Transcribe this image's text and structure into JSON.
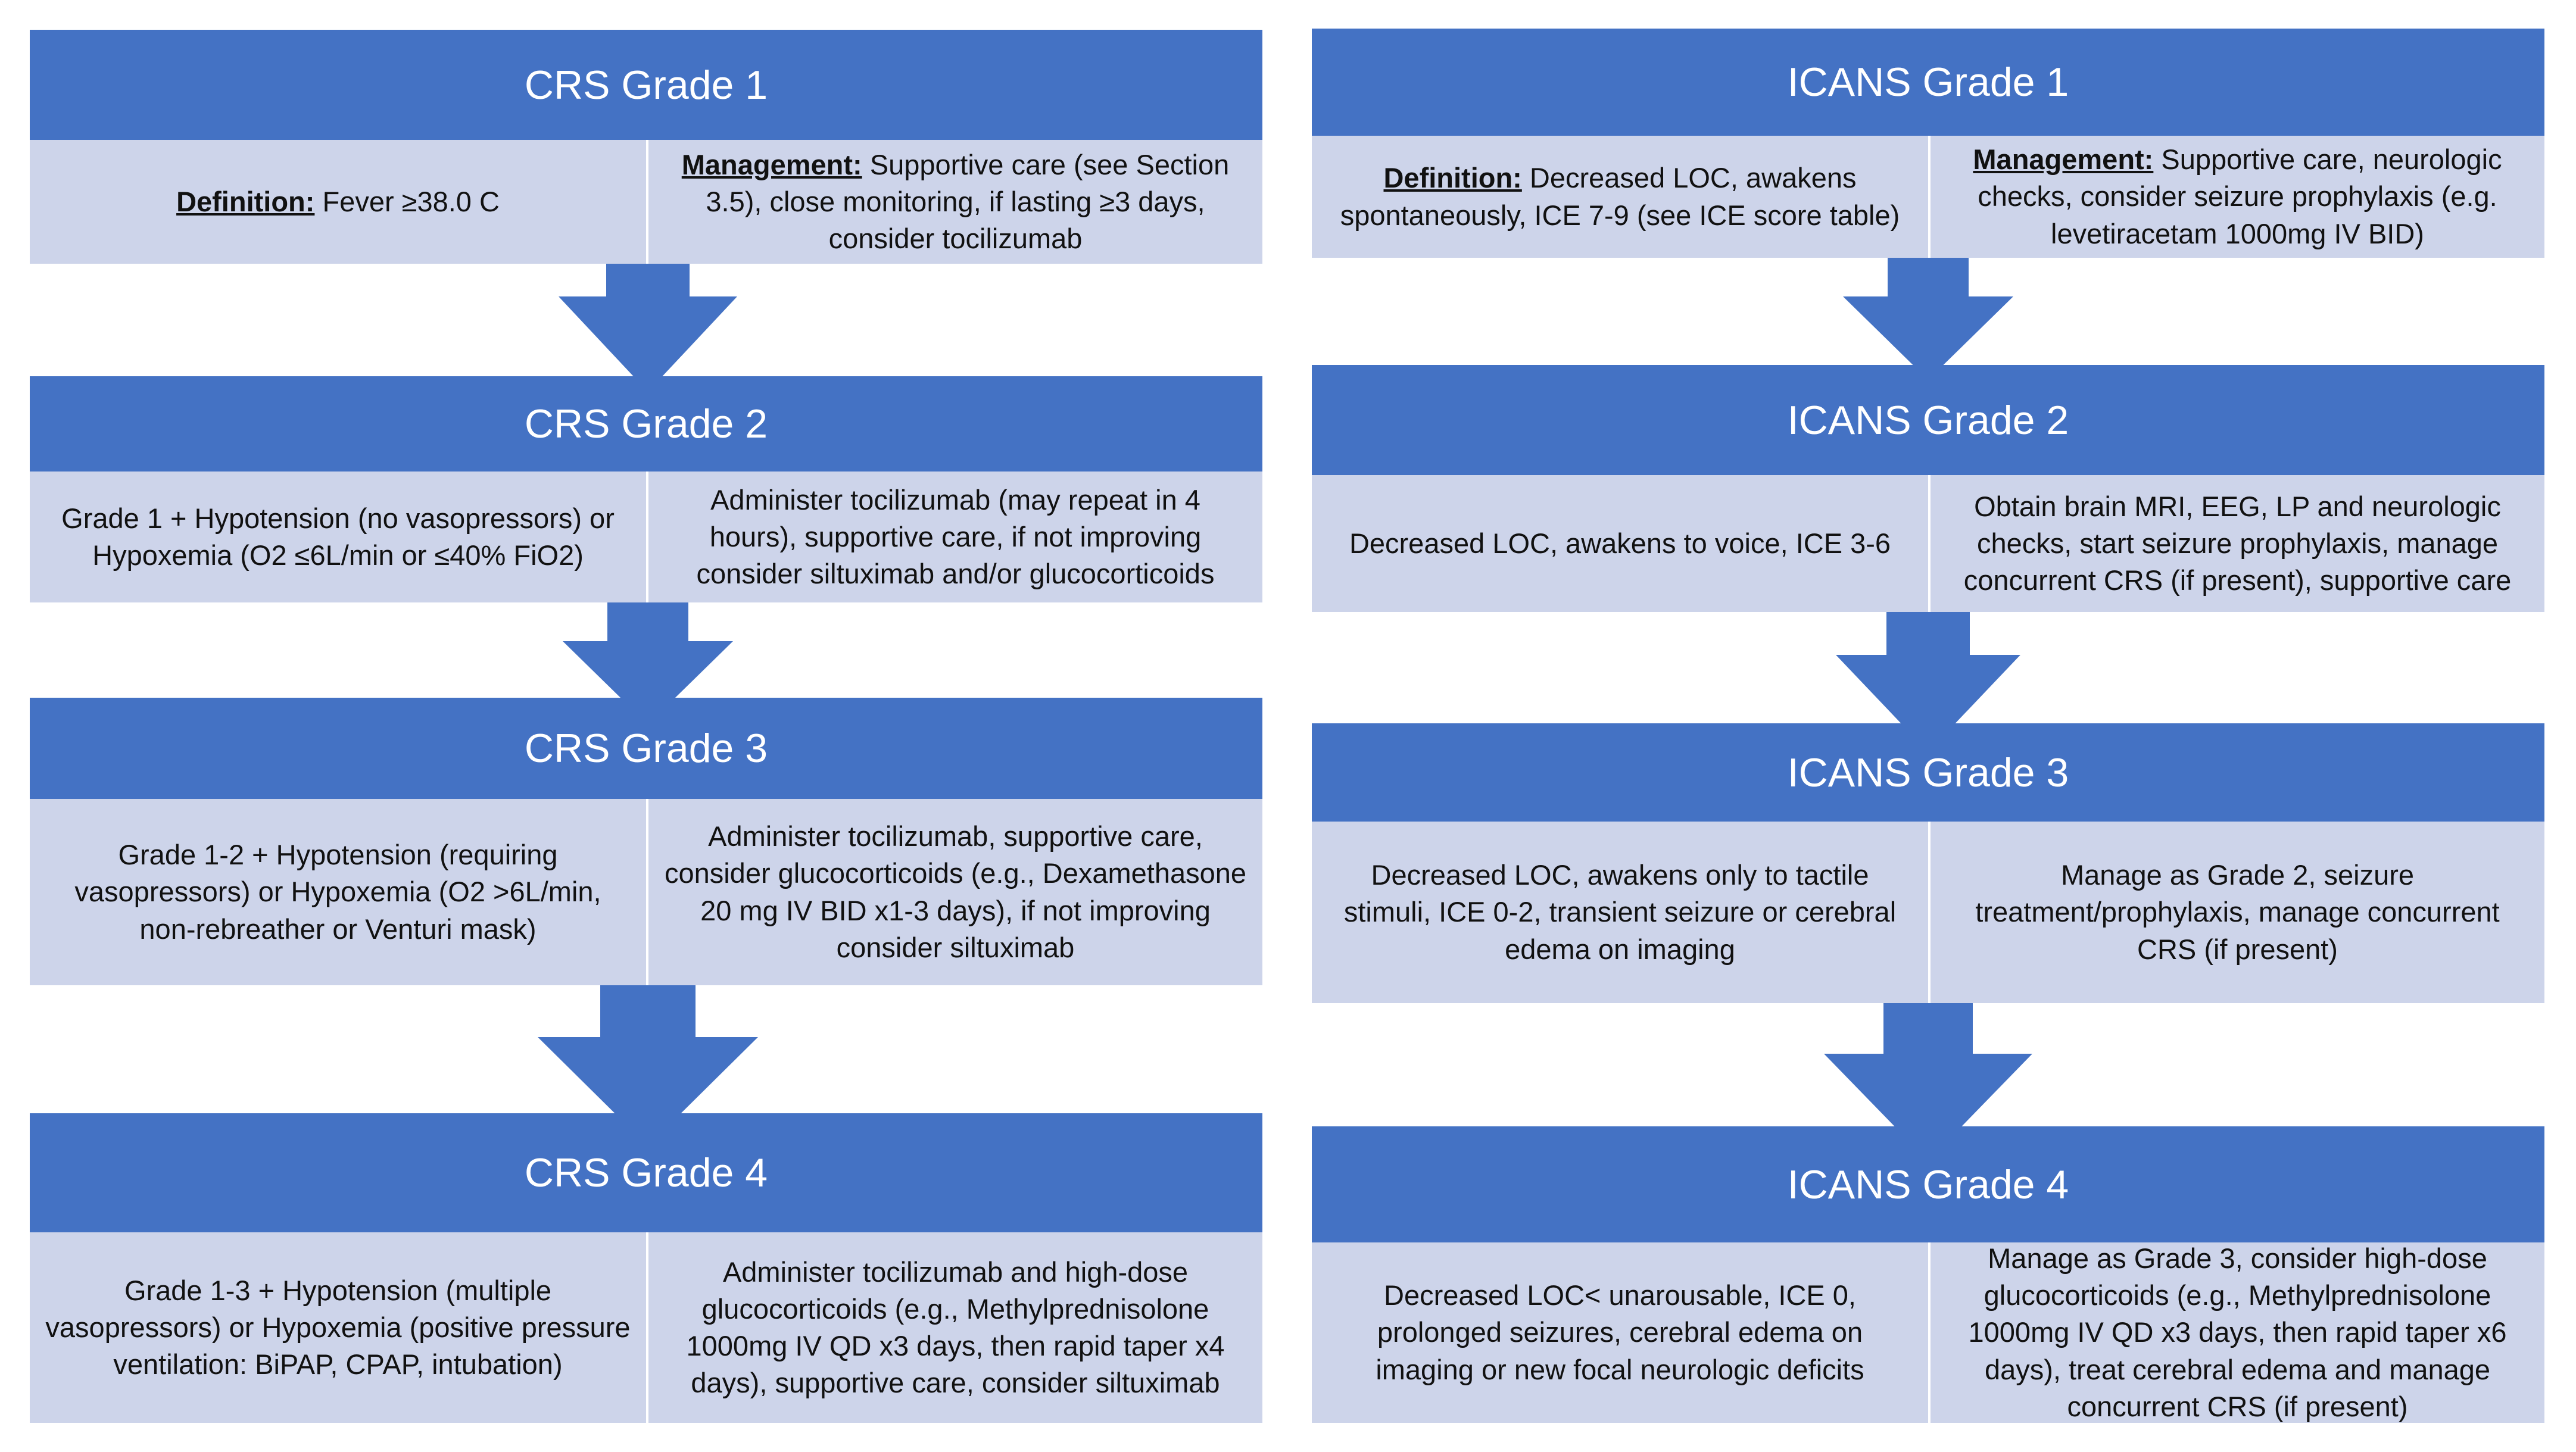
{
  "colors": {
    "header": "#4472c4",
    "body": "#cdd4ea",
    "arrow": "#4472c4",
    "header_text": "#ffffff",
    "body_text": "#111111"
  },
  "crs": {
    "grade1": {
      "title": "CRS Grade 1",
      "definition_label": "Definition:",
      "definition": " Fever ≥38.0 C",
      "management_label": "Management:",
      "management": " Supportive care (see Section 3.5), close monitoring, if lasting ≥3 days, consider tocilizumab"
    },
    "grade2": {
      "title": "CRS Grade 2",
      "definition": "Grade 1 + Hypotension (no vasopressors) or Hypoxemia (O2 ≤6L/min or ≤40% FiO2)",
      "management": "Administer tocilizumab (may repeat in 4 hours), supportive care, if not improving consider siltuximab and/or glucocorticoids"
    },
    "grade3": {
      "title": "CRS Grade 3",
      "definition": "Grade 1-2 + Hypotension (requiring vasopressors) or Hypoxemia (O2 >6L/min, non-rebreather or Venturi mask)",
      "management": "Administer tocilizumab, supportive care, consider glucocorticoids (e.g., Dexamethasone 20 mg IV BID x1-3 days), if not improving consider siltuximab"
    },
    "grade4": {
      "title": "CRS Grade 4",
      "definition": "Grade 1-3 + Hypotension (multiple vasopressors) or Hypoxemia (positive pressure ventilation: BiPAP, CPAP, intubation)",
      "management": "Administer tocilizumab and high-dose glucocorticoids (e.g., Methylprednisolone 1000mg IV QD x3 days, then rapid taper x4 days), supportive care, consider siltuximab"
    }
  },
  "icans": {
    "grade1": {
      "title": "ICANS Grade 1",
      "definition_label": "Definition:",
      "definition": " Decreased LOC, awakens spontaneously, ICE 7-9 (see ICE score table)",
      "management_label": "Management:",
      "management": " Supportive care, neurologic checks, consider seizure prophylaxis (e.g. levetiracetam 1000mg IV BID)"
    },
    "grade2": {
      "title": "ICANS Grade 2",
      "definition": "Decreased LOC, awakens to voice, ICE 3-6",
      "management": "Obtain brain MRI, EEG, LP and neurologic checks, start seizure prophylaxis, manage concurrent CRS (if present), supportive care"
    },
    "grade3": {
      "title": "ICANS Grade 3",
      "definition": "Decreased LOC, awakens only to tactile stimuli, ICE 0-2, transient seizure or cerebral edema on imaging",
      "management": "Manage as Grade 2, seizure treatment/prophylaxis, manage concurrent CRS (if present)"
    },
    "grade4": {
      "title": "ICANS Grade 4",
      "definition": "Decreased LOC< unarousable, ICE 0, prolonged seizures, cerebral edema on imaging or new focal neurologic deficits",
      "management": "Manage as Grade 3, consider high-dose glucocorticoids (e.g., Methylprednisolone 1000mg IV QD x3 days, then rapid taper x6 days), treat cerebral edema and manage concurrent CRS (if present)"
    }
  }
}
